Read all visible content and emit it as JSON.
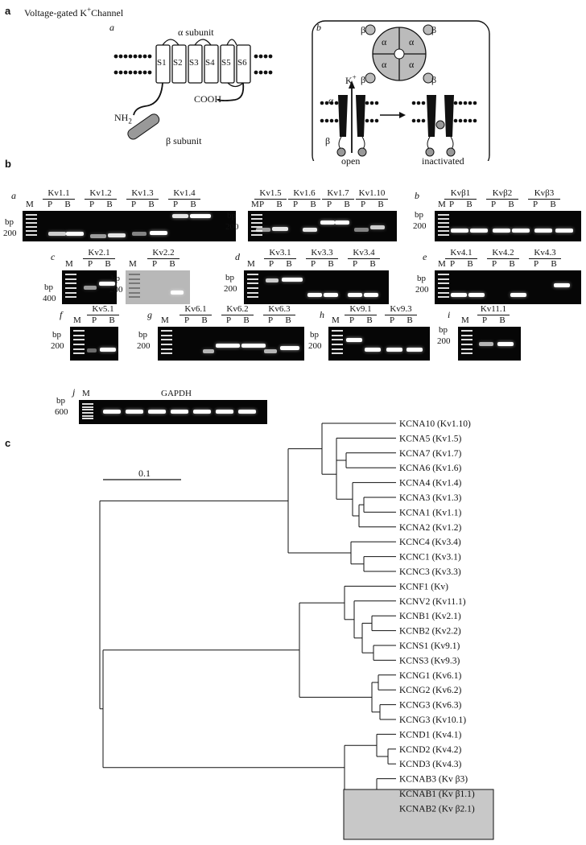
{
  "panel_a": {
    "label": "a",
    "title": "Voltage-gated K",
    "title_sup": "+",
    "title_suffix": "Channel",
    "sub_a": "a",
    "sub_b": "b",
    "alpha_subunit": "α subunit",
    "segments": [
      "S1",
      "S2",
      "S3",
      "S4",
      "S5",
      "S6"
    ],
    "nh2": "NH",
    "nh2_sub": "2",
    "cooh": "COOH",
    "beta_subunit": "β subunit",
    "alpha": "α",
    "beta": "β",
    "k_ion": "K",
    "k_sup": "+",
    "open": "open",
    "inactivated": "inactivated"
  },
  "panel_b": {
    "label": "b",
    "bp": "bp",
    "marker": "M",
    "p": "P",
    "b": "B",
    "sub_labels": [
      "a",
      "b",
      "c",
      "d",
      "e",
      "f",
      "g",
      "h",
      "i",
      "j"
    ],
    "row1_left_genes": [
      "Kv1.1",
      "Kv1.2",
      "Kv1.3",
      "Kv1.4"
    ],
    "row1_mid_genes": [
      "Kv1.5",
      "Kv1.6",
      "Kv1.7",
      "Kv1.10"
    ],
    "row1_right_genes": [
      "Kvβ1",
      "Kvβ2",
      "Kvβ3"
    ],
    "row2_c1_gene": [
      "Kv2.1"
    ],
    "row2_c2_gene": [
      "Kv2.2"
    ],
    "row2_d_genes": [
      "Kv3.1",
      "Kv3.3",
      "Kv3.4"
    ],
    "row2_e_genes": [
      "Kv4.1",
      "Kv4.2",
      "Kv4.3"
    ],
    "row3_f_genes": [
      "Kv5.1"
    ],
    "row3_g_genes": [
      "Kv6.1",
      "Kv6.2",
      "Kv6.3"
    ],
    "row3_h_genes": [
      "Kv9.1",
      "Kv9.3"
    ],
    "row3_i_genes": [
      "Kv11.1"
    ],
    "gapdh": "GAPDH",
    "size_200": "200",
    "size_400": "400",
    "size_600": "600"
  },
  "panel_c": {
    "label": "c",
    "scale": "0.1",
    "leaves": [
      "KCNA10 (Kv1.10)",
      "KCNA5 (Kv1.5)",
      "KCNA7 (Kv1.7)",
      "KCNA6 (Kv1.6)",
      "KCNA4 (Kv1.4)",
      "KCNA3 (Kv1.3)",
      "KCNA1 (Kv1.1)",
      "KCNA2 (Kv1.2)",
      "KCNC4 (Kv3.4)",
      "KCNC1 (Kv3.1)",
      "KCNC3 (Kv3.3)",
      "KCNF1 (Kv)",
      "KCNV2 (Kv11.1)",
      "KCNB1 (Kv2.1)",
      "KCNB2 (Kv2.2)",
      "KCNS1 (Kv9.1)",
      "KCNS3 (Kv9.3)",
      "KCNG1 (Kv6.1)",
      "KCNG2 (Kv6.2)",
      "KCNG3 (Kv6.3)",
      "KCNG3 (Kv10.1)",
      "KCND1 (Kv4.1)",
      "KCND2 (Kv4.2)",
      "KCND3 (Kv4.3)",
      "KCNAB3 (Kv β3)",
      "KCNAB1 (Kv β1.1)",
      "KCNAB2 (Kv β2.1)"
    ]
  }
}
